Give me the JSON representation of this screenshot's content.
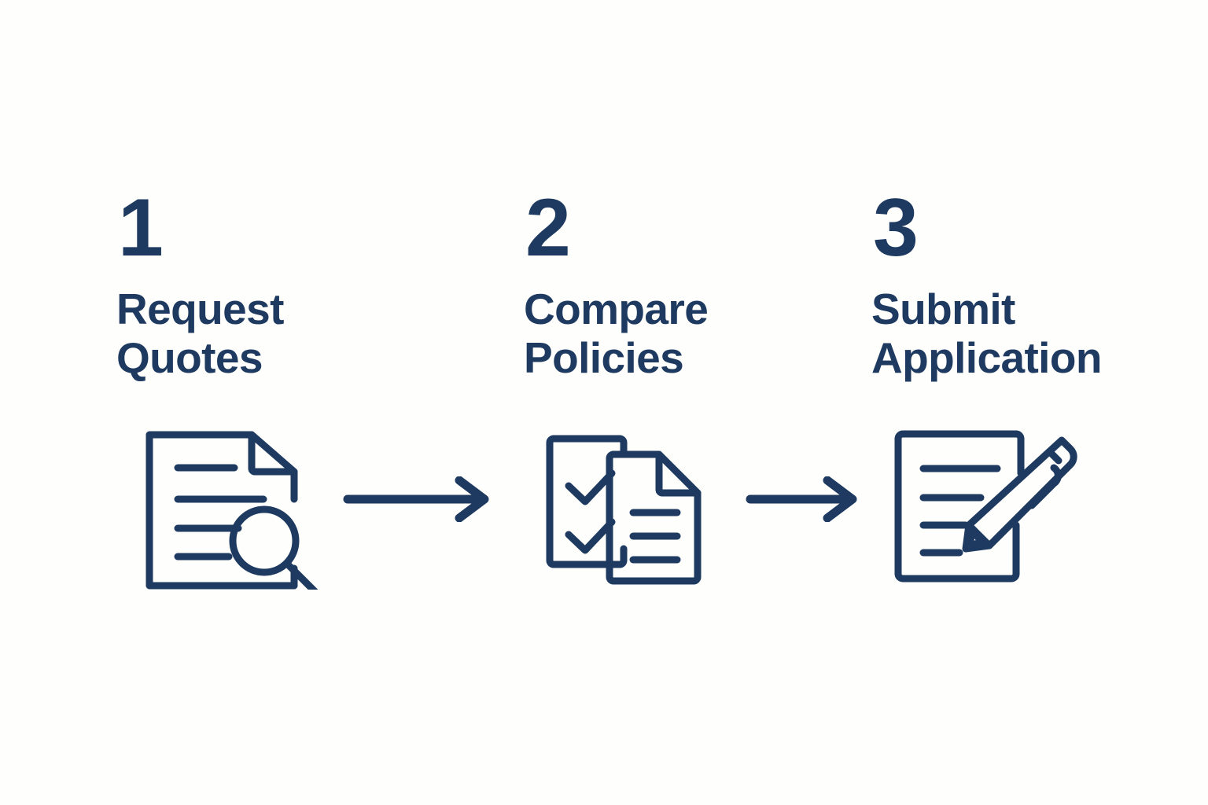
{
  "background_color": "#fefefc",
  "accent_color": "#1e3a60",
  "diagram": {
    "type": "process-flow",
    "orientation": "horizontal",
    "step_count": 3,
    "steps": [
      {
        "number": "1",
        "label": "Request\nQuotes",
        "label_line_1": "Request",
        "label_line_2": "Quotes",
        "icon": "document-search-icon"
      },
      {
        "number": "2",
        "label": "Compare\nPolicies",
        "label_line_1": "Compare",
        "label_line_2": "Policies",
        "icon": "checklist-documents-icon"
      },
      {
        "number": "3",
        "label": "Submit\nApplication",
        "label_line_1": "Submit",
        "label_line_2": "Application",
        "icon": "document-pencil-icon"
      }
    ],
    "connectors": [
      {
        "icon": "arrow-right-icon",
        "from": "1",
        "to": "2"
      },
      {
        "icon": "arrow-right-icon",
        "from": "2",
        "to": "3"
      }
    ]
  }
}
